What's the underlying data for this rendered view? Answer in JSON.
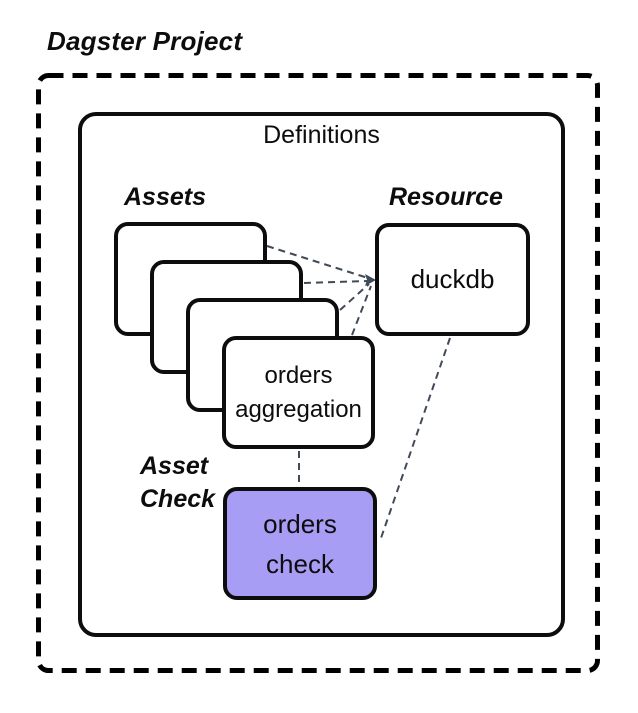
{
  "title": "Dagster Project",
  "definitions": {
    "label": "Definitions",
    "assets": {
      "label": "Assets",
      "card_lines": [
        "orders",
        "aggregation"
      ]
    },
    "resource": {
      "label": "Resource",
      "name": "duckdb"
    },
    "asset_check": {
      "label_lines": [
        "Asset",
        "Check"
      ],
      "box_lines": [
        "orders",
        "check"
      ]
    }
  },
  "colors": {
    "box_border": "#0d0d0d",
    "check_fill": "#a79df5",
    "connector": "#414a58",
    "boundary": "#000000"
  }
}
